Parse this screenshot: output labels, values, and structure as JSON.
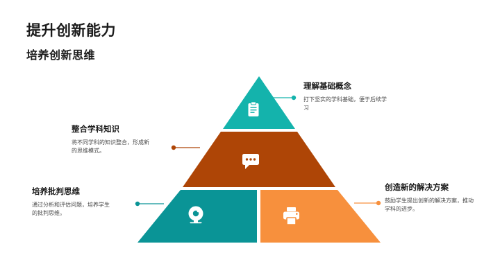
{
  "slide": {
    "title": "提升创新能力",
    "subtitle": "培养创新思维",
    "background_color": "#ffffff"
  },
  "pyramid": {
    "tiers": [
      {
        "id": "tier-1",
        "shape": "triangle-apex",
        "color": "#14b3ac",
        "icon": "clipboard-icon",
        "label_title": "理解基础概念",
        "label_body": "打下坚实的学科基础，便于后续学习",
        "connector_side": "right",
        "connector_color": "#14b3ac"
      },
      {
        "id": "tier-2",
        "shape": "trapezoid",
        "color": "#ae4506",
        "icon": "chat-bubble-icon",
        "label_title": "整合学科知识",
        "label_body": "将不同学科的知识整合，形成新的思维模式。",
        "connector_side": "left",
        "connector_color": "#ae4506"
      },
      {
        "id": "tier-3-left",
        "shape": "trapezoid-left-half",
        "color": "#0a9496",
        "icon": "webcam-icon",
        "label_title": "培养批判思维",
        "label_body": "通过分析和评估问题，培养学生的批判思维。",
        "connector_side": "left",
        "connector_color": "#0a9496"
      },
      {
        "id": "tier-3-right",
        "shape": "trapezoid-right-half",
        "color": "#f7903d",
        "icon": "printer-icon",
        "label_title": "创造新的解决方案",
        "label_body": "鼓励学生提出创新的解决方案，推动学科的进步。",
        "connector_side": "right",
        "connector_color": "#f7903d"
      }
    ]
  }
}
